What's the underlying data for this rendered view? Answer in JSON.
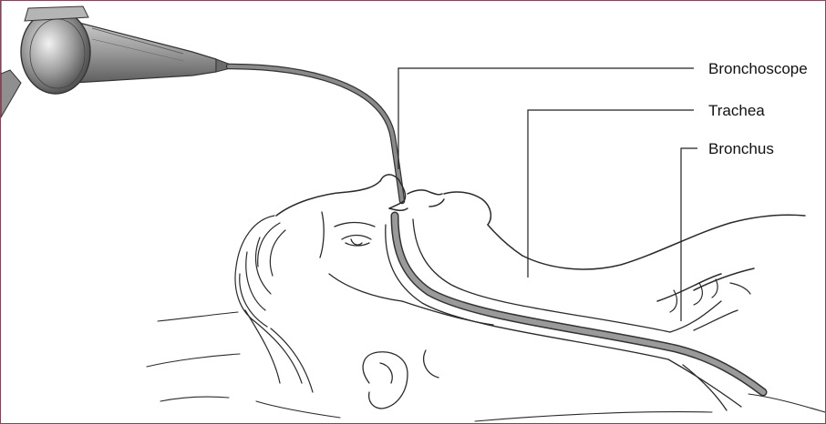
{
  "labels": {
    "bronchoscope": "Bronchoscope",
    "trachea": "Trachea",
    "bronchus": "Bronchus"
  },
  "colors": {
    "frame_border": "#7a4a57",
    "scope_tube": "#8a8a8a",
    "airway_fill": "#9a9a9a",
    "line_art": "#2a2a2a"
  }
}
